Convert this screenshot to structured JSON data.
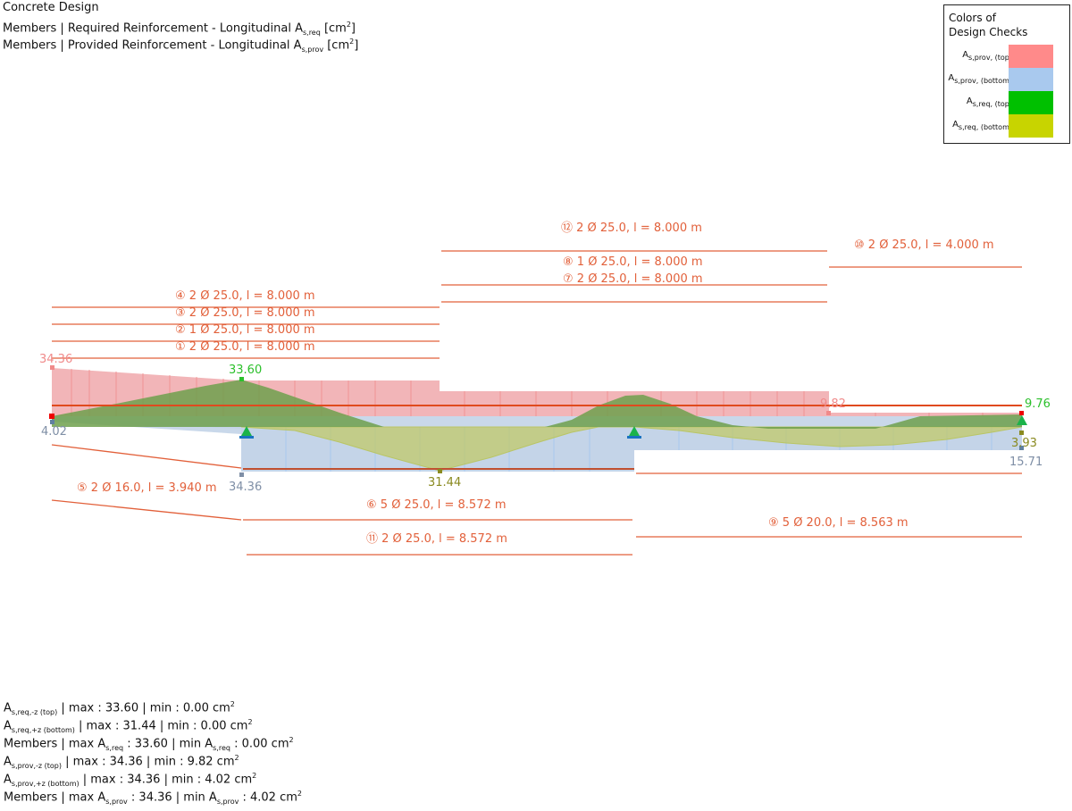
{
  "header": {
    "line1": "Concrete Design",
    "line2_pre": "Members | Required Reinforcement - Longitudinal A",
    "line2_sub": "s,req",
    "line2_unit": " [cm",
    "line2_sup": "2",
    "line2_end": "]",
    "line3_pre": "Members | Provided Reinforcement - Longitudinal A",
    "line3_sub": "s,prov",
    "line3_unit": " [cm",
    "line3_sup": "2",
    "line3_end": "]"
  },
  "legend": {
    "title": "Colors of Design Checks",
    "items": [
      {
        "main": "A",
        "sub": "s,prov, (top)",
        "color": "#ff8a8a"
      },
      {
        "main": "A",
        "sub": "s,prov, (bottom)",
        "color": "#a9c9ee"
      },
      {
        "main": "A",
        "sub": "s,req, (top)",
        "color": "#00c000"
      },
      {
        "main": "A",
        "sub": "s,req, (bottom)",
        "color": "#c8d400"
      }
    ]
  },
  "diagram": {
    "bars": [
      {
        "label": "⑫ 2 Ø 25.0, l = 8.000 m"
      },
      {
        "label": "⑩ 2 Ø 25.0, l = 4.000 m"
      },
      {
        "label": "⑧ 1 Ø 25.0, l = 8.000 m"
      },
      {
        "label": "⑦ 2 Ø 25.0, l = 8.000 m"
      },
      {
        "label": "④ 2 Ø 25.0, l = 8.000 m"
      },
      {
        "label": "③ 2 Ø 25.0, l = 8.000 m"
      },
      {
        "label": "② 1 Ø 25.0, l = 8.000 m"
      },
      {
        "label": "① 2 Ø 25.0, l = 8.000 m"
      },
      {
        "label": "⑤ 2 Ø 16.0, l = 3.940 m"
      },
      {
        "label": "⑥ 5 Ø 25.0, l = 8.572 m"
      },
      {
        "label": "⑪ 2 Ø 25.0, l = 8.572 m"
      },
      {
        "label": "⑨ 5 Ø 20.0, l = 8.563 m"
      }
    ],
    "values": {
      "prov_top_left": "34.36",
      "req_top_max": "33.60",
      "prov_bottom_left": "4.02",
      "prov_bottom_mid": "34.36",
      "req_bottom_max": "31.44",
      "prov_top_right": "9.82",
      "req_top_right": "9.76",
      "req_bottom_right": "3.93",
      "prov_bottom_right": "15.71"
    },
    "colors": {
      "bar_line": "#e2603a",
      "label": "#e2603a",
      "prov_top": "#f0a8ac",
      "prov_bottom": "#c3d4e8",
      "req_top": "#6fa04c",
      "req_bottom": "#c2ca6a",
      "value_prov_top": "#f08a8a",
      "value_req_top": "#2cc02c",
      "value_prov_bottom": "#7f8fa6",
      "value_req_bottom": "#8a8a20"
    }
  },
  "summary": [
    {
      "pre": "A",
      "sub": "s,req,-z (top)",
      "text": " | max : 33.60 | min : 0.00 cm",
      "sup": "2"
    },
    {
      "pre": "A",
      "sub": "s,req,+z (bottom)",
      "text": " | max : 31.44 | min : 0.00 cm",
      "sup": "2"
    },
    {
      "pre": "Members | max A",
      "sub": "s,req",
      "text": " : 33.60 | min A",
      "sub2": "s,req",
      "text2": " : 0.00 cm",
      "sup": "2"
    },
    {
      "pre": "A",
      "sub": "s,prov,-z (top)",
      "text": " | max : 34.36 | min : 9.82 cm",
      "sup": "2"
    },
    {
      "pre": "A",
      "sub": "s,prov,+z (bottom)",
      "text": " | max : 34.36 | min : 4.02 cm",
      "sup": "2"
    },
    {
      "pre": "Members | max A",
      "sub": "s,prov",
      "text": " : 34.36 | min A",
      "sub2": "s,prov",
      "text2": " : 4.02 cm",
      "sup": "2"
    }
  ]
}
